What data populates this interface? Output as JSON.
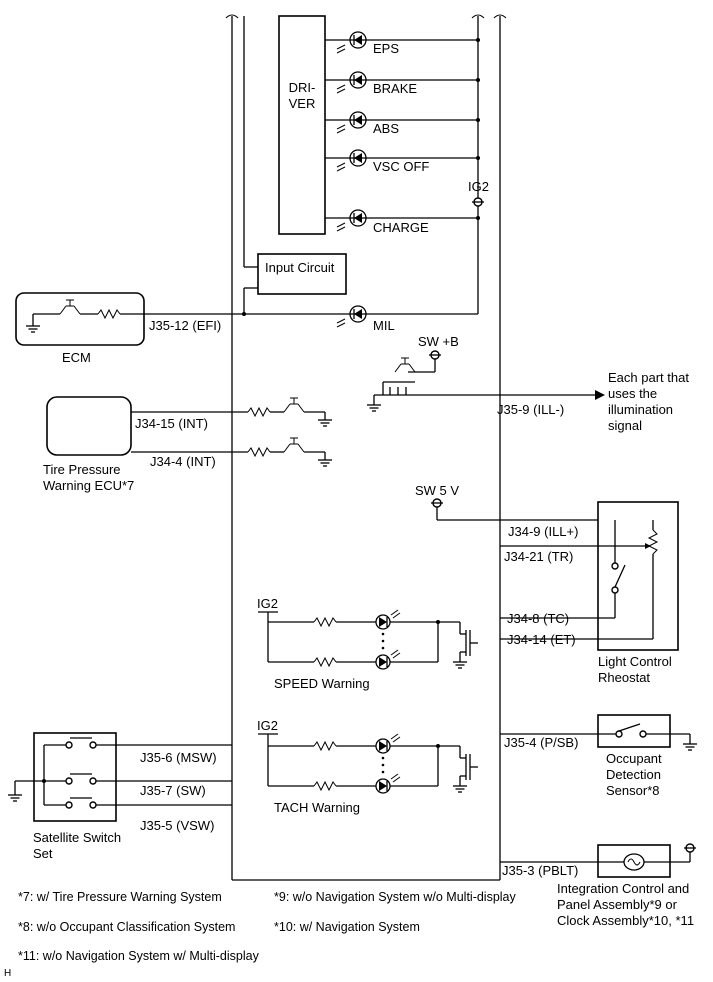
{
  "driver": {
    "line1": "DRI-",
    "line2": "VER"
  },
  "lamps": {
    "eps": "EPS",
    "brake": "BRAKE",
    "abs": "ABS",
    "vsc_off": "VSC OFF",
    "charge": "CHARGE",
    "mil": "MIL"
  },
  "power": {
    "ig2_top": "IG2",
    "sw_b": "SW +B",
    "sw_5v": "SW 5 V",
    "ig2_speed": "IG2",
    "ig2_tach": "IG2"
  },
  "input_circuit": "Input Circuit",
  "ecm": {
    "label": "ECM",
    "pin": "J35-12 (EFI)"
  },
  "illumination": {
    "pin": "J35-9 (ILL-)",
    "dest": [
      "Each part that",
      "uses the",
      "illumination",
      "signal"
    ]
  },
  "tpms": {
    "pin_int1": "J34-15 (INT)",
    "pin_int2": "J34-4 (INT)",
    "label": [
      "Tire Pressure",
      "Warning ECU*7"
    ]
  },
  "rheostat": {
    "pins": [
      "J34-9 (ILL+)",
      "J34-21 (TR)",
      "J34-8 (TC)",
      "J34-14 (ET)"
    ],
    "label": [
      "Light Control",
      "Rheostat"
    ]
  },
  "speed_warning": "SPEED Warning",
  "tach_warning": "TACH Warning",
  "satellite": {
    "pins": [
      "J35-6 (MSW)",
      "J35-7 (SW)",
      "J35-5 (VSW)"
    ],
    "label": [
      "Satellite Switch",
      "Set"
    ]
  },
  "occupant": {
    "pin": "J35-4 (P/SB)",
    "label": [
      "Occupant",
      "Detection",
      "Sensor*8"
    ]
  },
  "integration": {
    "pin": "J35-3 (PBLT)",
    "label": [
      "Integration Control and",
      "Panel Assembly*9 or",
      "Clock Assembly*10, *11"
    ]
  },
  "footnotes": {
    "n7": "*7: w/ Tire Pressure Warning System",
    "n8": "*8: w/o Occupant Classification System",
    "n9": "*9: w/o Navigation System w/o Multi-display",
    "n10": "*10: w/ Navigation System",
    "n11": "*11: w/o Navigation System w/ Multi-display"
  },
  "corner_mark": "H"
}
